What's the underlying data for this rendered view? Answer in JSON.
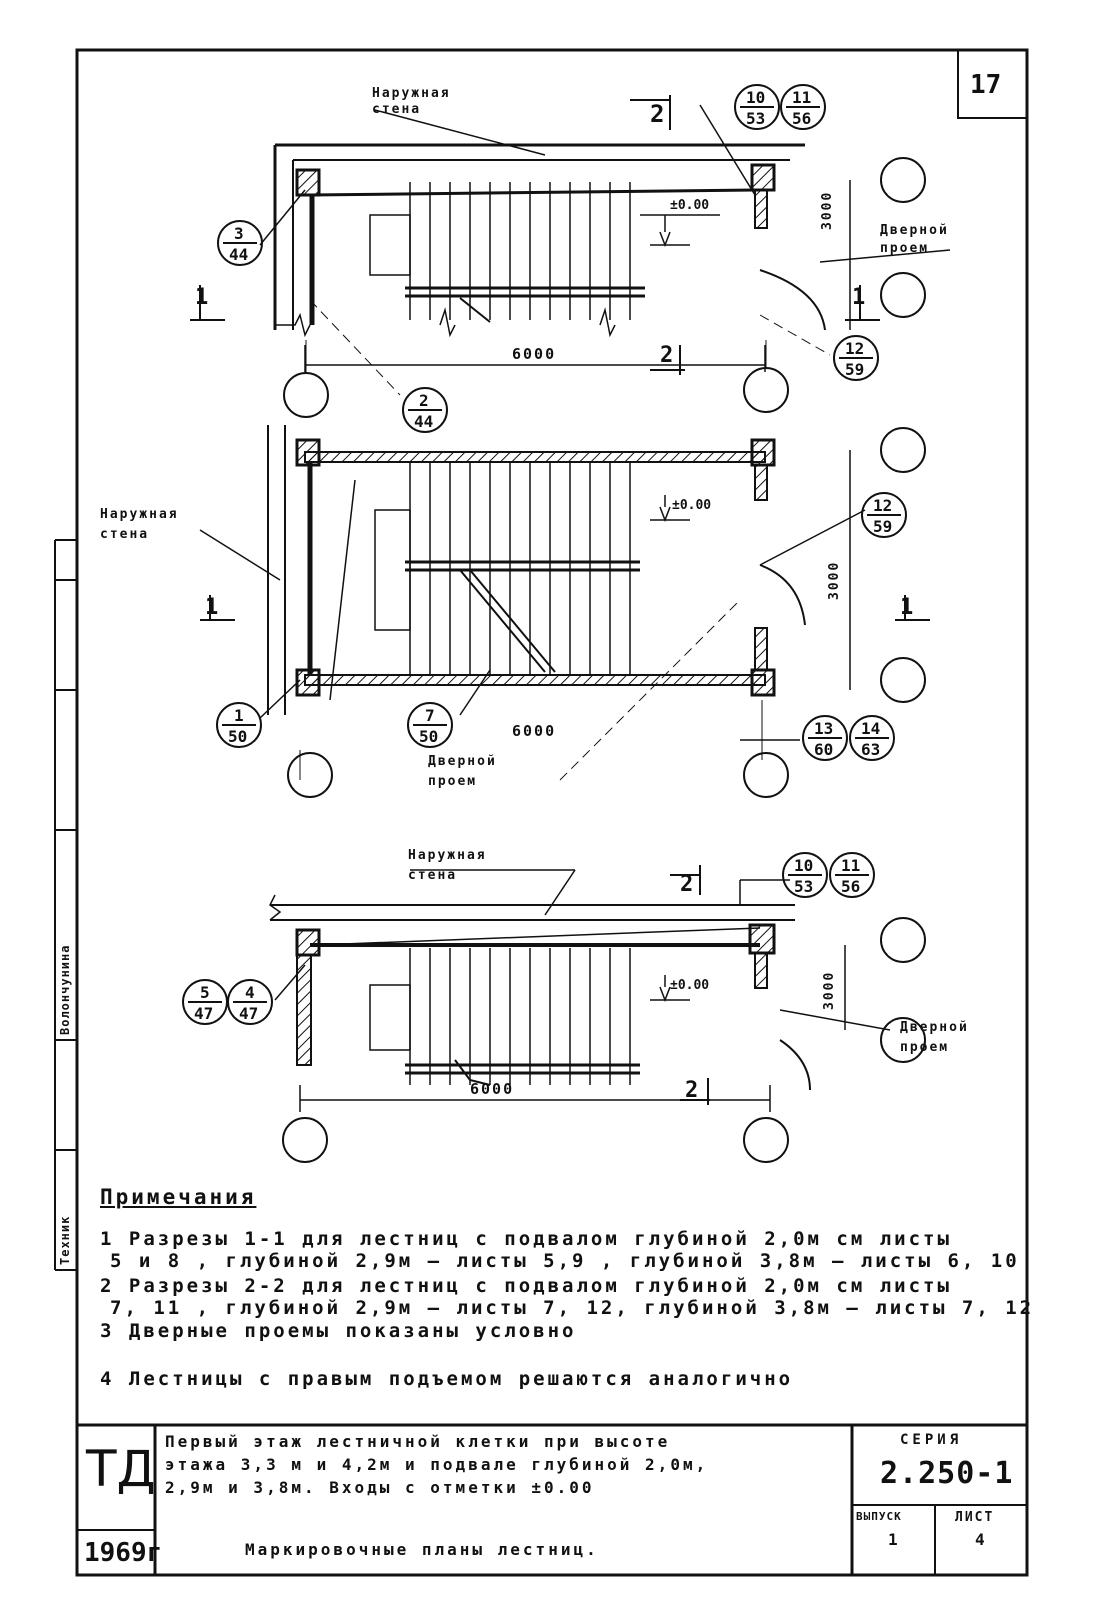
{
  "sheet_number": "17",
  "labels": {
    "outer_wall": "Наружная стена",
    "door_opening": "Дверной проем",
    "level_mark": "±0.00",
    "dim_6000": "6000",
    "dim_3000": "3000",
    "section_1": "1",
    "section_2": "2"
  },
  "callouts": {
    "p1_top_a": {
      "num": "10",
      "den": "53"
    },
    "p1_top_b": {
      "num": "11",
      "den": "56"
    },
    "p1_left": {
      "num": "3",
      "den": "44"
    },
    "p1_door": {
      "num": "12",
      "den": "59"
    },
    "p1_mid": {
      "num": "2",
      "den": "44"
    },
    "p2_door": {
      "num": "12",
      "den": "59"
    },
    "p2_left": {
      "num": "1",
      "den": "50"
    },
    "p2_bottom": {
      "num": "7",
      "den": "50"
    },
    "p2_right_a": {
      "num": "13",
      "den": "60"
    },
    "p2_right_b": {
      "num": "14",
      "den": "63"
    },
    "p3_top_a": {
      "num": "10",
      "den": "53"
    },
    "p3_top_b": {
      "num": "11",
      "den": "56"
    },
    "p3_left_a": {
      "num": "5",
      "den": "47"
    },
    "p3_left_b": {
      "num": "4",
      "den": "47"
    }
  },
  "notes": {
    "heading": "Примечания",
    "lines": [
      "1 Разрезы 1-1 для лестниц с подвалом глубиной 2,0м см листы",
      "5 и 8 , глубиной 2,9м — листы 5,9 , глубиной 3,8м — листы 6, 10",
      "2 Разрезы 2-2 для лестниц с подвалом глубиной 2,0м см листы",
      "7, 11 , глубиной 2,9м — листы 7, 12, глубиной 3,8м — листы 7, 12",
      "3 Дверные проемы показаны условно",
      "4 Лестницы с правым подъемом решаются аналогично"
    ]
  },
  "side_stamp": {
    "role": "Техник",
    "name": "Волончунина"
  },
  "title_block": {
    "org": "ТД",
    "year": "1969г",
    "title_lines": [
      "Первый этаж лестничной клетки при высоте",
      "этажа 3,3 м и 4,2м и подвале глубиной 2,0м,",
      "2,9м и 3,8м. Входы с отметки ±0.00",
      "Маркировочные планы лестниц."
    ],
    "series_label": "СЕРИЯ",
    "series_value": "2.250-1",
    "issue_label": "ВЫПУСК",
    "issue_value": "1",
    "sheet_label": "ЛИСТ",
    "sheet_value": "4"
  }
}
